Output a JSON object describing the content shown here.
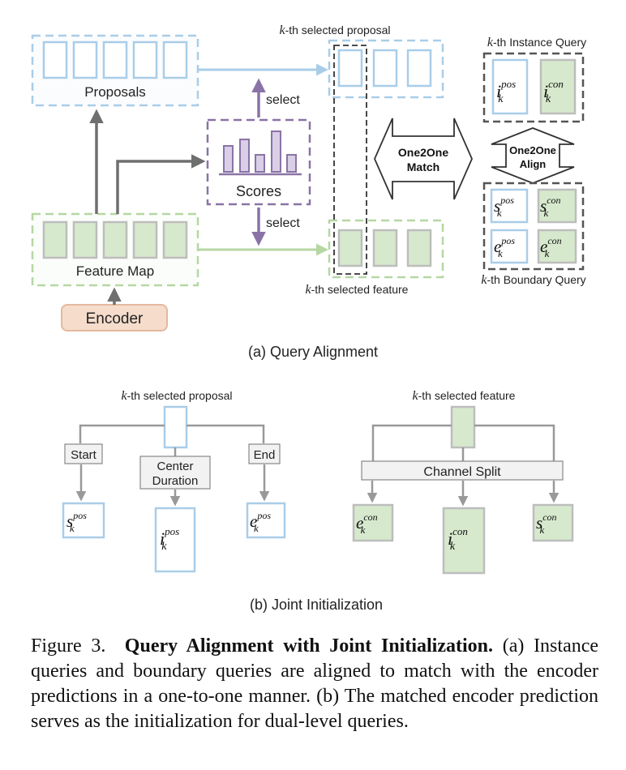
{
  "part_a": {
    "proposals_label": "Proposals",
    "feature_map_label": "Feature Map",
    "encoder_label": "Encoder",
    "scores_label": "Scores",
    "select_top": "select",
    "select_bottom": "select",
    "kth_selected_proposal": "-th selected proposal",
    "kth_selected_feature": "-th selected feature",
    "k_symbol": "k",
    "match_line1": "One2One",
    "match_line2": "Match",
    "align_line1": "One2One",
    "align_line2": "Align",
    "instance_query_title": "-th Instance Query",
    "boundary_query_title": "-th Boundary Query",
    "subcaption": "(a) Query Alignment"
  },
  "part_b": {
    "kth_selected_proposal": "-th selected proposal",
    "kth_selected_feature": "-th selected feature",
    "start_label": "Start",
    "center_label": "Center",
    "duration_label": "Duration",
    "end_label": "End",
    "channel_split_label": "Channel Split",
    "subcaption": "(b) Joint Initialization"
  },
  "symbols": {
    "i": "i",
    "s": "s",
    "e": "e",
    "k": "k",
    "pos": "pos",
    "con": "con"
  },
  "caption": {
    "lead": "Figure 3.",
    "title": "Query Alignment with Joint Initialization.",
    "body": "(a) Instance queries and boundary queries are aligned to match with the encoder predictions in a one-to-one manner. (b) The matched encoder prediction serves as the initialization for dual-level queries."
  },
  "colors": {
    "blue_border": "#a9cde8",
    "green_fill": "#d6e9cd",
    "green_border": "#b5d7a3",
    "purple": "#8a73a6",
    "purple_fill": "#d9cfe6",
    "encoder_fill": "#f6dccb",
    "encoder_border": "#e3b99e",
    "arrow_gray": "#6f6f6f"
  }
}
